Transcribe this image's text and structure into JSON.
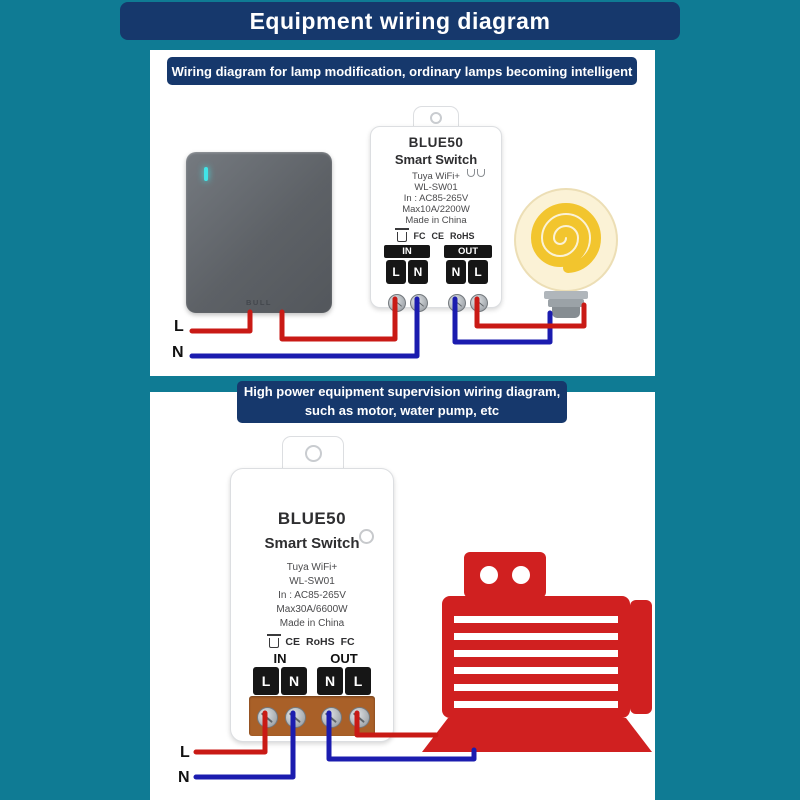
{
  "colors": {
    "background": "#0f7b94",
    "banner": "#16386c",
    "wire_red": "#c91a15",
    "wire_blue": "#1b1caf",
    "motor_red": "#d02020",
    "bulb_face": "#fbf2d6",
    "bulb_yellow": "#f2c52e",
    "led_cyan": "#41e4e8"
  },
  "header": {
    "title": "Equipment wiring diagram"
  },
  "section1": {
    "banner": "Wiring diagram for lamp modification, ordinary lamps becoming intelligent",
    "wall_switch": {
      "brand": "BULL"
    },
    "device": {
      "brand": "BLUE50",
      "name": "Smart Switch",
      "spec_lines": [
        "Tuya WiFi+",
        "WL-SW01",
        "In : AC85-265V",
        "Max10A/2200W",
        "Made in China"
      ],
      "certs": [
        "FC",
        "CE",
        "RoHS"
      ],
      "in_label": "IN",
      "out_label": "OUT",
      "terminals": [
        "L",
        "N",
        "N",
        "L"
      ]
    },
    "wire_labels": {
      "live": "L",
      "neutral": "N"
    }
  },
  "section2": {
    "banner_line1": "High power equipment supervision wiring diagram,",
    "banner_line2": "such as motor, water pump, etc",
    "device": {
      "brand": "BLUE50",
      "name": "Smart Switch",
      "spec_lines": [
        "Tuya WiFi+",
        "WL-SW01",
        "In : AC85-265V",
        "Max30A/6600W",
        "Made in China"
      ],
      "certs": [
        "CE",
        "RoHS",
        "FC"
      ],
      "in_label": "IN",
      "out_label": "OUT",
      "terminals": [
        "L",
        "N",
        "N",
        "L"
      ]
    },
    "wire_labels": {
      "live": "L",
      "neutral": "N"
    }
  }
}
